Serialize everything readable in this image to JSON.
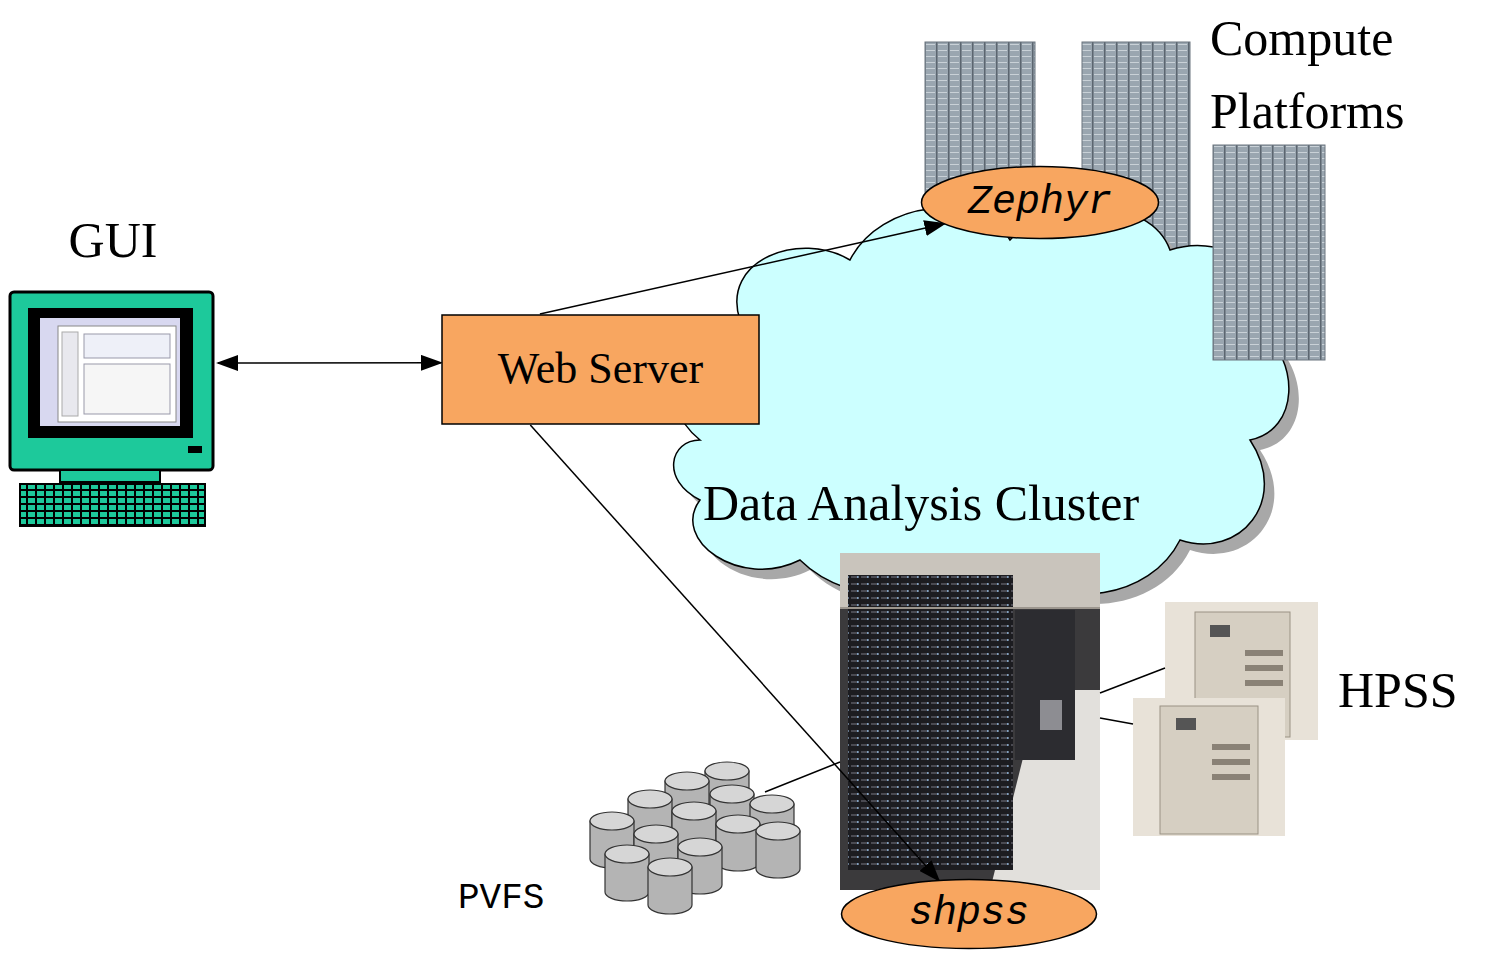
{
  "diagram": {
    "nodes": [
      {
        "text": [
          "GUI"
        ]
      },
      {
        "text": [
          "Web Server"
        ]
      },
      {
        "text": [
          "Zephyr"
        ]
      },
      {
        "text": [
          "Data Analysis Cluster"
        ]
      },
      {
        "text": [
          "shpss"
        ]
      }
    ],
    "edges": [
      {
        "from": 0,
        "to": 1,
        "arrow": "both"
      },
      {
        "from": 1,
        "to": 2,
        "arrow": "to"
      },
      {
        "from": 1,
        "to": 4,
        "arrow": "to"
      }
    ],
    "labels": [
      "Compute Platforms",
      "HPSS",
      "PVFS"
    ]
  }
}
